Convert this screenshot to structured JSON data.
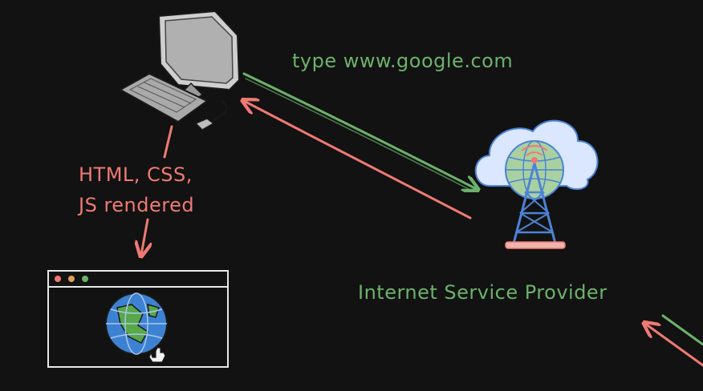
{
  "labels": {
    "request": "type www.google.com",
    "rendered_line1": "HTML, CSS,",
    "rendered_line2": "JS rendered",
    "isp": "Internet Service Provider"
  },
  "icons": {
    "computer": "desktop-computer-icon",
    "tower": "cell-tower-cloud-icon",
    "browser": "browser-window-icon",
    "globe": "globe-icon",
    "cursor": "hand-cursor-icon"
  },
  "colors": {
    "background": "#121212",
    "request_arrow": "#6bb26b",
    "response_arrow": "#ef7a72",
    "request_text": "#6bb26b",
    "response_text": "#ef7a72",
    "isp_text": "#6bb26b",
    "outline": "#e8e8e8",
    "tower": "#4c83d6",
    "cloud_fill": "#dbe6ff"
  }
}
